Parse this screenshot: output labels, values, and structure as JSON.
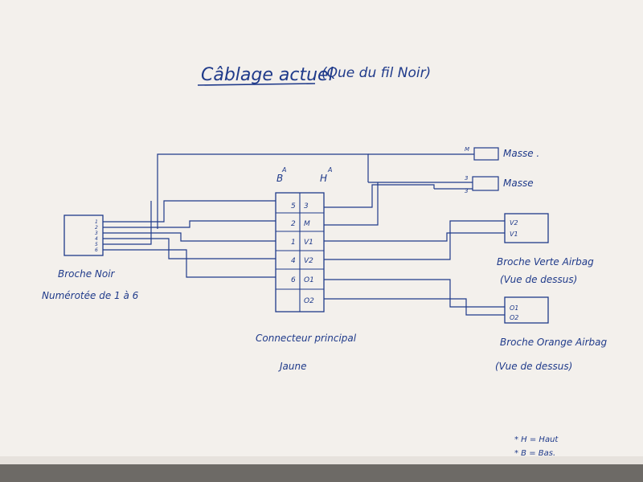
{
  "title": {
    "main": "Câblage actuel",
    "note": "(Que du fil Noir)"
  },
  "left_connector": {
    "pins": [
      "1",
      "2",
      "3",
      "4",
      "5",
      "6"
    ],
    "label_line1": "Broche Noir",
    "label_line2": "Numérotée de 1 à 6"
  },
  "main_connector": {
    "col_b_header": "B",
    "col_h_header": "H",
    "sup_a": "A",
    "rows": [
      {
        "b": "5",
        "h": "3"
      },
      {
        "b": "2",
        "h": "M"
      },
      {
        "b": "1",
        "h": "V1"
      },
      {
        "b": "4",
        "h": "V2"
      },
      {
        "b": "6",
        "h": "O1"
      },
      {
        "b": "",
        "h": "O2"
      }
    ],
    "label_line1": "Connecteur principal",
    "label_line2": "Jaune"
  },
  "masse_top": {
    "pin": "M",
    "label": "Masse ."
  },
  "masse_bottom": {
    "pin_a": "3",
    "pin_b": "3",
    "label": "Masse"
  },
  "green_connector": {
    "pins": [
      "V2",
      "V1"
    ],
    "label_line1": "Broche Verte Airbag",
    "label_line2": "(Vue de dessus)"
  },
  "orange_connector": {
    "pins": [
      "O1",
      "O2"
    ],
    "label_line1": "Broche Orange Airbag",
    "label_line2": "(Vue de dessus)"
  },
  "legend": {
    "line1": "* H = Haut",
    "line2": "* B = Bas."
  },
  "colors": {
    "paper": "#f3f0ec",
    "ink": "#1f3a8a",
    "table": "#6d6a66"
  }
}
